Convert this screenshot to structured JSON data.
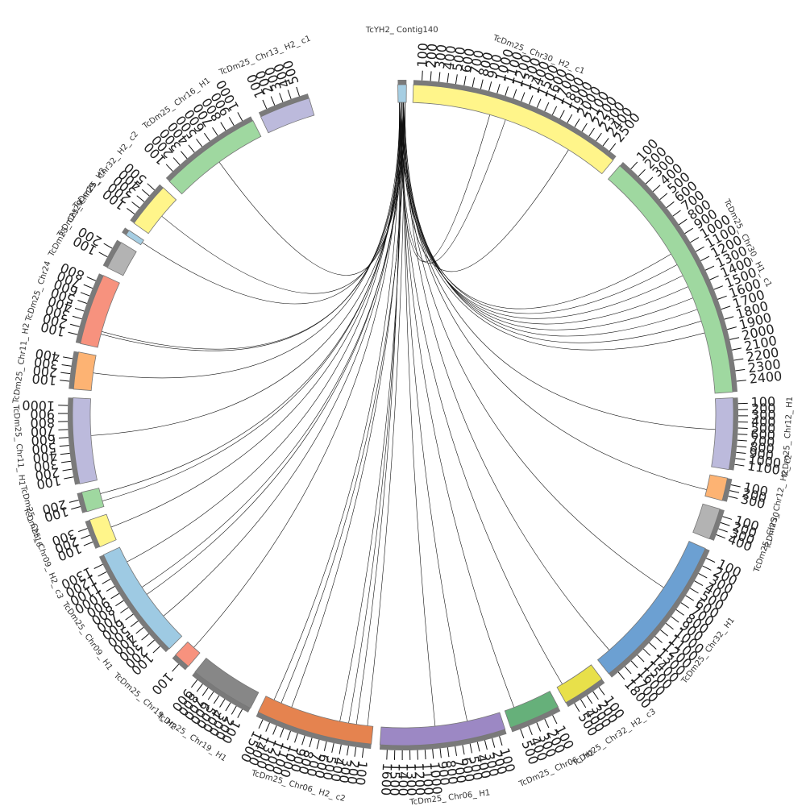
{
  "diagram": {
    "type": "circos",
    "hub_segment": "TcYH2_ Contig140",
    "segments": [
      {
        "name": "TcYH2_ Contig140",
        "color": "#a6cee3",
        "ticks": []
      },
      {
        "name": "TcDm25_ Chr30_ H2_ c1",
        "color": "#fff58a",
        "ticks": [
          "100",
          "200",
          "300",
          "400",
          "500",
          "600",
          "700",
          "800",
          "900",
          "1000",
          "1100",
          "1200",
          "1300",
          "1400",
          "1500",
          "1600",
          "1700",
          "1800",
          "1900",
          "2000",
          "2100",
          "2200",
          "2300",
          "2400",
          "2500"
        ]
      },
      {
        "name": "TcDm25_ Chr30_ H1_ c1",
        "color": "#9fd8a0",
        "ticks": [
          "100",
          "200",
          "300",
          "400",
          "500",
          "600",
          "700",
          "800",
          "900",
          "1000",
          "1100",
          "1200",
          "1300",
          "1400",
          "1500",
          "1600",
          "1700",
          "1800",
          "1900",
          "2000",
          "2100",
          "2200",
          "2300",
          "2400"
        ]
      },
      {
        "name": "TcDm25_ Chr12_ H1",
        "color": "#bcbadc",
        "ticks": [
          "100",
          "200",
          "300",
          "400",
          "500",
          "600",
          "700",
          "800",
          "900",
          "1000",
          "1100"
        ]
      },
      {
        "name": "TcDm25_ Chr12_ H2_ c2",
        "color": "#fdb373",
        "ticks": [
          "100",
          "200",
          "300"
        ]
      },
      {
        "name": "TcDm25_ Chr30",
        "color": "#b3b3b3",
        "ticks": [
          "100",
          "200",
          "300",
          "400"
        ]
      },
      {
        "name": "TcDm25_ Chr32_ H1",
        "color": "#6ca0d2",
        "ticks": [
          "100",
          "200",
          "300",
          "400",
          "500",
          "600",
          "700",
          "800",
          "900",
          "1000",
          "1100",
          "1200",
          "1300",
          "1400",
          "1500",
          "1600",
          "1700",
          "1800"
        ]
      },
      {
        "name": "TcDm25_ Chr32_ H2_ c3",
        "color": "#e8e04a",
        "ticks": [
          "100",
          "200",
          "300",
          "400",
          "500"
        ]
      },
      {
        "name": "TcDm25_ Chr06_ H2",
        "color": "#66b07a",
        "ticks": [
          "100",
          "200",
          "300",
          "400",
          "500"
        ]
      },
      {
        "name": "TcDm25_ Chr06_ H1",
        "color": "#9c88c4",
        "ticks": [
          "100",
          "200",
          "300",
          "400",
          "500",
          "600",
          "700",
          "800",
          "900",
          "1000",
          "1100",
          "1200",
          "1300",
          "1400",
          "1500",
          "1600"
        ]
      },
      {
        "name": "TcDm25_ Chr06_ H2_ c2",
        "color": "#e5834f",
        "ticks": [
          "100",
          "200",
          "300",
          "400",
          "500",
          "600",
          "700",
          "800",
          "900",
          "1000",
          "1100",
          "1200",
          "1300",
          "1400",
          "1500"
        ]
      },
      {
        "name": "TcDm25_ Chr19_ H1",
        "color": "#878787",
        "ticks": [
          "100",
          "200",
          "300",
          "400",
          "500",
          "600",
          "700",
          "800",
          "900"
        ]
      },
      {
        "name": "TcDm25_ Chr19_ H2",
        "color": "#f7927e",
        "ticks": [
          "100"
        ]
      },
      {
        "name": "TcDm25_ Chr09_ H1",
        "color": "#9ecae3",
        "ticks": [
          "100",
          "200",
          "300",
          "400",
          "500",
          "600",
          "700",
          "800",
          "900",
          "1000",
          "1100",
          "1200",
          "1300"
        ]
      },
      {
        "name": "TcDm25_ Chr09_ H2_ c3",
        "color": "#fff58a",
        "ticks": [
          "100",
          "200",
          "300"
        ]
      },
      {
        "name": "TcDm25_ Chr16",
        "color": "#9fd8a0",
        "ticks": [
          "100",
          "200"
        ]
      },
      {
        "name": "TcDm25_ Chr11_ H1",
        "color": "#bcbadc",
        "ticks": [
          "100",
          "200",
          "300",
          "400",
          "500",
          "600",
          "700",
          "800",
          "900",
          "1000"
        ]
      },
      {
        "name": "TcDm25_ Chr11_ H2",
        "color": "#fdb373",
        "ticks": [
          "100",
          "200",
          "300",
          "400"
        ]
      },
      {
        "name": "TcDm25_ Chr24",
        "color": "#f7927e",
        "ticks": [
          "100",
          "200",
          "300",
          "400",
          "500",
          "600",
          "700",
          "800"
        ]
      },
      {
        "name": "TcDm25_ Chr29",
        "color": "#b3b3b3",
        "ticks": [
          "100",
          "200"
        ]
      },
      {
        "name": "TcDm25_ Chr29_ H2",
        "color": "#a6cee3",
        "ticks": []
      },
      {
        "name": "TcDm25_ Chr32_ H2_ c2",
        "color": "#fff58a",
        "ticks": [
          "100",
          "200",
          "300",
          "400",
          "500"
        ]
      },
      {
        "name": "TcDm25_ Chr16_ H1",
        "color": "#9fd8a0",
        "ticks": [
          "100",
          "200",
          "300",
          "400",
          "500",
          "600",
          "700",
          "800",
          "900",
          "1000"
        ]
      },
      {
        "name": "TcDm25_ Chr13_ H2_ c1",
        "color": "#bcbadc",
        "ticks": [
          "100",
          "200",
          "300",
          "400",
          "500"
        ]
      }
    ],
    "links": [
      {
        "to": 1,
        "frac": 0.38
      },
      {
        "to": 1,
        "frac": 0.46
      },
      {
        "to": 1,
        "frac": 0.8
      },
      {
        "to": 2,
        "frac": 0.4
      },
      {
        "to": 2,
        "frac": 0.45
      },
      {
        "to": 2,
        "frac": 0.5
      },
      {
        "to": 2,
        "frac": 0.55
      },
      {
        "to": 2,
        "frac": 0.6
      },
      {
        "to": 2,
        "frac": 0.65
      },
      {
        "to": 2,
        "frac": 0.7
      },
      {
        "to": 2,
        "frac": 0.75
      },
      {
        "to": 3,
        "frac": 0.45
      },
      {
        "to": 4,
        "frac": 0.7
      },
      {
        "to": 6,
        "frac": 0.35
      },
      {
        "to": 6,
        "frac": 0.9
      },
      {
        "to": 7,
        "frac": 0.85
      },
      {
        "to": 8,
        "frac": 0.8
      },
      {
        "to": 9,
        "frac": 0.28
      },
      {
        "to": 9,
        "frac": 0.55
      },
      {
        "to": 10,
        "frac": 0.05
      },
      {
        "to": 10,
        "frac": 0.15
      },
      {
        "to": 10,
        "frac": 0.22
      },
      {
        "to": 10,
        "frac": 0.3
      },
      {
        "to": 10,
        "frac": 0.75
      },
      {
        "to": 10,
        "frac": 0.85
      },
      {
        "to": 10,
        "frac": 0.92
      },
      {
        "to": 12,
        "frac": 0.5
      },
      {
        "to": 13,
        "frac": 0.25
      },
      {
        "to": 13,
        "frac": 0.5
      },
      {
        "to": 13,
        "frac": 0.58
      },
      {
        "to": 13,
        "frac": 0.85
      },
      {
        "to": 14,
        "frac": 0.5
      },
      {
        "to": 15,
        "frac": 0.3
      },
      {
        "to": 15,
        "frac": 0.7
      },
      {
        "to": 16,
        "frac": 0.55
      },
      {
        "to": 17,
        "frac": 0.5
      },
      {
        "to": 18,
        "frac": 0.2
      },
      {
        "to": 18,
        "frac": 0.24
      },
      {
        "to": 20,
        "frac": 0.5
      },
      {
        "to": 21,
        "frac": 0.5
      },
      {
        "to": 22,
        "frac": 0.5
      }
    ]
  }
}
